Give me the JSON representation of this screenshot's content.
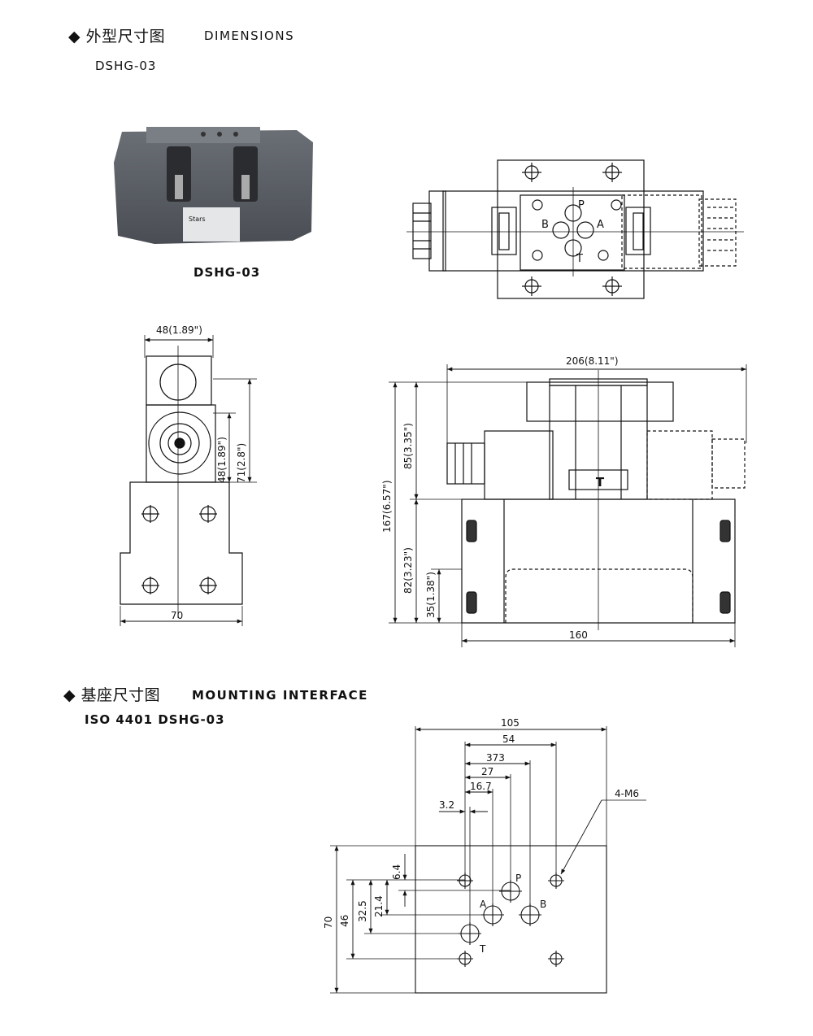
{
  "section1": {
    "title_cn": "外型尺寸图",
    "title_en": "DIMENSIONS",
    "model": "DSHG-03",
    "photo_caption": "DSHG-03",
    "photo_brand": "Stars",
    "port_labels": {
      "p": "P",
      "a": "A",
      "b": "B",
      "t": "T"
    },
    "side_dims": {
      "width_top": "48(1.89\")",
      "h_71": "71(2.8\")",
      "h_48": "48(1.89\")",
      "width_bottom": "70"
    },
    "front_dims": {
      "width_206": "206(8.11\")",
      "h_85": "85(3.35\")",
      "h_167": "167(6.57\")",
      "h_82": "82(3.23\")",
      "h_35": "35(1.38\")",
      "width_160": "160",
      "label_t": "T"
    }
  },
  "section2": {
    "title_cn": "基座尺寸图",
    "title_en": "MOUNTING INTERFACE",
    "model": "ISO 4401  DSHG-03",
    "dims": {
      "d105": "105",
      "d54": "54",
      "d373": "373",
      "d27": "27",
      "d167": "16.7",
      "d32": "3.2",
      "d70": "70",
      "d46": "46",
      "d325": "32.5",
      "d214": "21.4",
      "d64": "6.4"
    },
    "thread": "4-M6",
    "ports": {
      "p": "P",
      "a": "A",
      "b": "B",
      "t": "T"
    }
  },
  "colors": {
    "ink": "#111111",
    "photo_body": "#5b6066",
    "dash": "#444444"
  }
}
